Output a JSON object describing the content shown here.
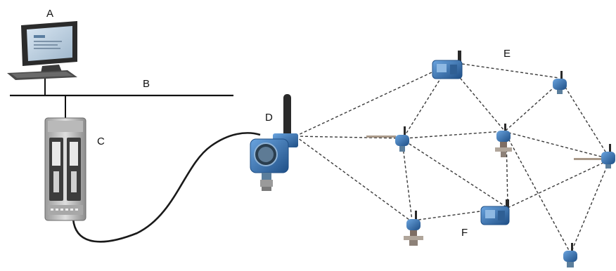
{
  "labels": {
    "a": "A",
    "b": "B",
    "c": "C",
    "d": "D",
    "e": "E",
    "f": "F"
  },
  "colors": {
    "device_blue": "#3f7fc0",
    "device_blue_dark": "#1f4f86",
    "bus_line": "#111111",
    "mesh_line": "#3a3a3a",
    "gateway_cabinet": "#d2d2d2"
  },
  "icons": {
    "workstation": "computer-workstation-icon",
    "network_bus": "network-bus-line",
    "controller": "controller-cabinet-icon",
    "gateway": "wireless-gateway-icon",
    "node": "wireless-field-device-icon",
    "repeater": "wireless-repeater-icon"
  }
}
